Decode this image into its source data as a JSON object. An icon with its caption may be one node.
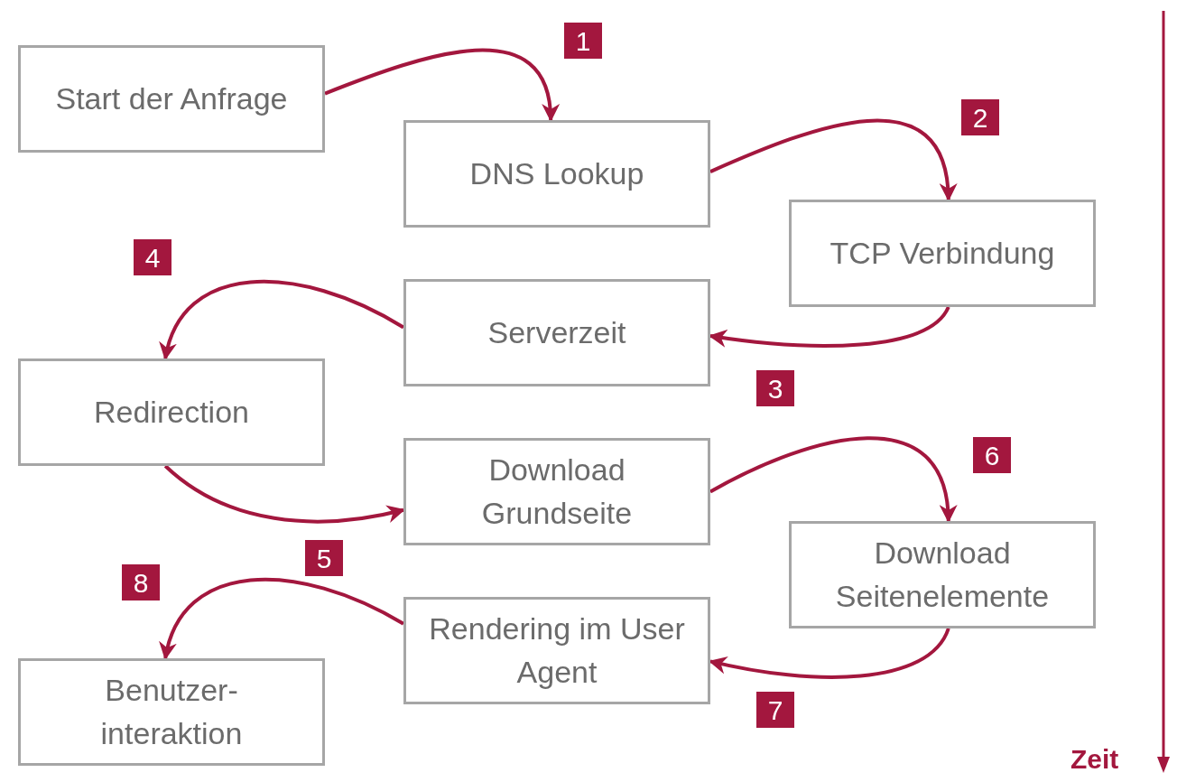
{
  "diagram": {
    "nodes": [
      {
        "text": [
          "Start der Anfrage"
        ]
      },
      {
        "text": [
          "DNS Lookup"
        ]
      },
      {
        "text": [
          "TCP Verbindung"
        ]
      },
      {
        "text": [
          "Serverzeit"
        ]
      },
      {
        "text": [
          "Redirection"
        ]
      },
      {
        "text": [
          "Download Grundseite"
        ]
      },
      {
        "text": [
          "Download Seitenelemente"
        ]
      },
      {
        "text": [
          "Rendering im User Agent"
        ]
      },
      {
        "text": [
          "Benutzer- interaktion"
        ]
      }
    ],
    "edges": [
      {
        "from": 0,
        "to": 1,
        "arrow": "to",
        "label": "1"
      },
      {
        "from": 1,
        "to": 2,
        "arrow": "to",
        "label": "2"
      },
      {
        "from": 2,
        "to": 3,
        "arrow": "to",
        "label": "3"
      },
      {
        "from": 3,
        "to": 4,
        "arrow": "to",
        "label": "4"
      },
      {
        "from": 4,
        "to": 5,
        "arrow": "to",
        "label": "5"
      },
      {
        "from": 5,
        "to": 6,
        "arrow": "to",
        "label": "6"
      },
      {
        "from": 6,
        "to": 7,
        "arrow": "to",
        "label": "7"
      },
      {
        "from": 7,
        "to": 8,
        "arrow": "to",
        "label": "8"
      }
    ],
    "labels": [
      "Zeit"
    ]
  }
}
